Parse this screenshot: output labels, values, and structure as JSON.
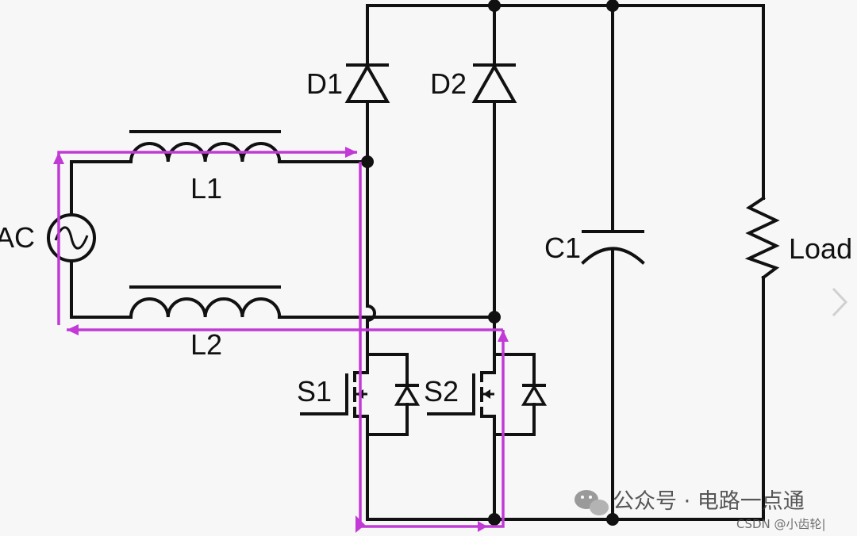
{
  "labels": {
    "d1": "D1",
    "d2": "D2",
    "l1": "L1",
    "l2": "L2",
    "ac": "AC",
    "c1": "C1",
    "load": "Load",
    "s1": "S1",
    "s2": "S2"
  },
  "watermark": {
    "main": "公众号 · 电路一点通",
    "credit": "CSDN @小齿轮|"
  },
  "colors": {
    "wire": "#111111",
    "highlight": "#c23ad6",
    "background": "#f7f7f8"
  },
  "icons": {
    "wechat": "wechat-logo-icon",
    "next": "chevron-right-icon"
  }
}
